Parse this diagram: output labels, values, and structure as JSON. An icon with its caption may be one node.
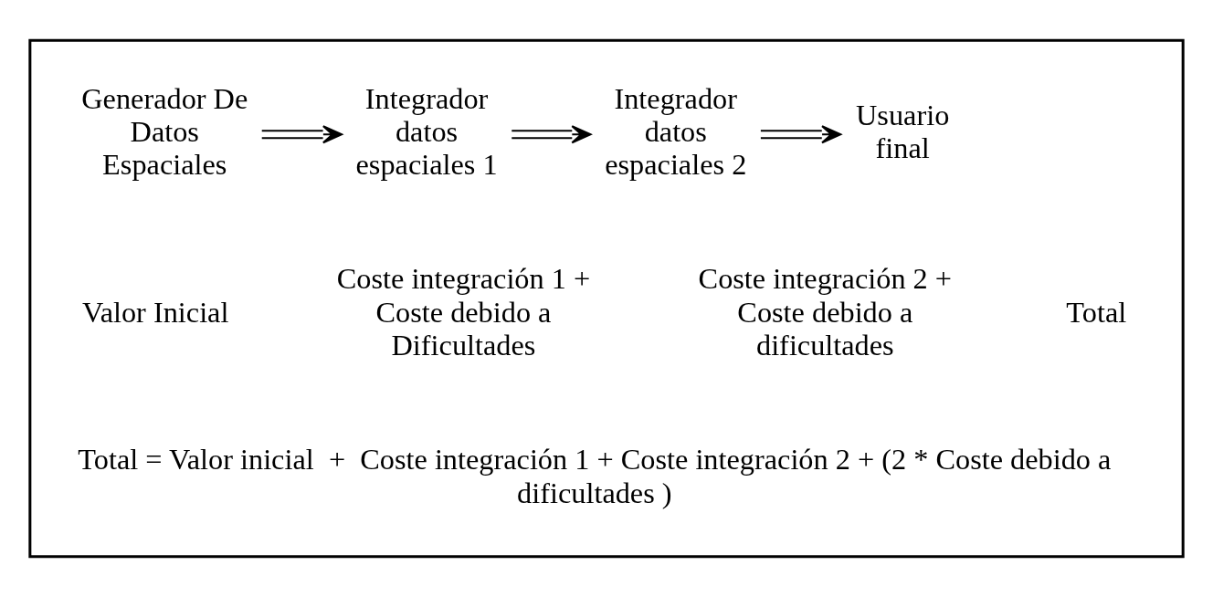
{
  "diagram": {
    "nodes": [
      {
        "text": [],
        "shape": "box"
      },
      {
        "text": [
          "Generador De Datos Espaciales"
        ],
        "in": 0
      },
      {
        "text": [
          "Integrador datos espaciales 1"
        ],
        "in": 0
      },
      {
        "text": [
          "Integrador datos espaciales 2"
        ],
        "in": 0
      },
      {
        "text": [
          "Usuario final"
        ],
        "in": 0
      }
    ],
    "edges": [
      {
        "from": 1,
        "to": 2,
        "arrow": "to"
      },
      {
        "from": 2,
        "to": 3,
        "arrow": "to"
      },
      {
        "from": 3,
        "to": 4,
        "arrow": "to"
      }
    ],
    "labels": [
      "Valor Inicial",
      "Coste integración 1 + Coste debido a Dificultades",
      "Coste integración 2 + Coste debido a dificultades",
      "Total",
      "Total = Valor inicial  +  Coste integración 1 + Coste integración 2 + (2 * Coste debido a dificultades )"
    ]
  }
}
